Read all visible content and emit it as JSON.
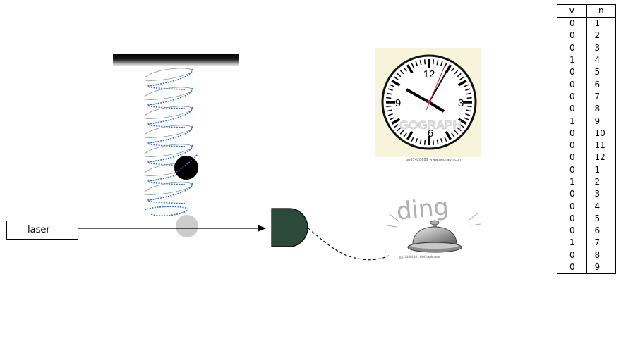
{
  "laser": {
    "label": "laser"
  },
  "clock": {
    "numerals": [
      "12",
      "3",
      "6",
      "9"
    ],
    "watermark": "GOGRAPH",
    "caption": "gg67428689 www.gograph.com"
  },
  "bell": {
    "sound": "ding",
    "caption": "gg124861281 GoGraph.com"
  },
  "table": {
    "headers": [
      "v",
      "n"
    ],
    "rows": [
      [
        "0",
        "1"
      ],
      [
        "0",
        "2"
      ],
      [
        "0",
        "3"
      ],
      [
        "1",
        "4"
      ],
      [
        "0",
        "5"
      ],
      [
        "0",
        "6"
      ],
      [
        "0",
        "7"
      ],
      [
        "0",
        "8"
      ],
      [
        "1",
        "9"
      ],
      [
        "0",
        "10"
      ],
      [
        "0",
        "11"
      ],
      [
        "0",
        "12"
      ],
      [
        "0",
        "1"
      ],
      [
        "1",
        "2"
      ],
      [
        "0",
        "3"
      ],
      [
        "0",
        "4"
      ],
      [
        "0",
        "5"
      ],
      [
        "0",
        "6"
      ],
      [
        "1",
        "7"
      ],
      [
        "0",
        "8"
      ],
      [
        "0",
        "9"
      ]
    ]
  },
  "colors": {
    "detector": "#2c4a3a",
    "spring_dotted": "#2f6cc0",
    "spring_thin": "#5a6a80",
    "clock_face": "#f8f4dc",
    "second_hand": "#d0203a",
    "mass": "#000000",
    "ghost_mass": "#cccccc"
  }
}
